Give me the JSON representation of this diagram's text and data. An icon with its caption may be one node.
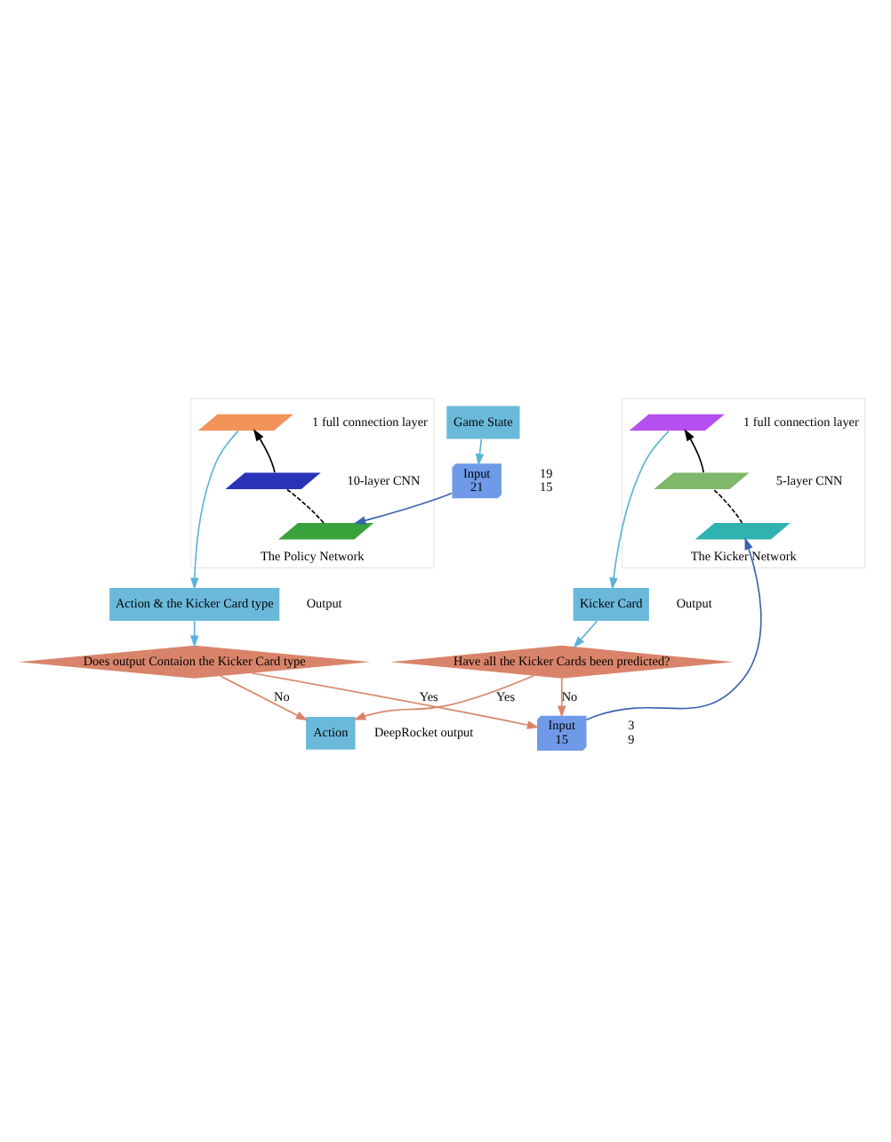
{
  "diagram": {
    "nodes": [
      {
        "text": [
          "Game State"
        ]
      },
      {
        "text": [
          "Input",
          "21"
        ],
        "beside": [
          "19",
          "15"
        ]
      },
      {
        "text": [
          "The Policy Network"
        ]
      },
      {
        "text": [],
        "shape": "parallelogram",
        "in": 2,
        "beside": [
          "1 full connection layer"
        ]
      },
      {
        "text": [],
        "shape": "parallelogram",
        "in": 2
      },
      {
        "text": [],
        "shape": "parallelogram",
        "in": 2
      },
      {
        "text": [
          "Action & the Kicker Card type"
        ],
        "beside": [
          "Output"
        ]
      },
      {
        "text": [
          "The Kicker Network"
        ]
      },
      {
        "text": [],
        "shape": "parallelogram",
        "in": 7,
        "beside": [
          "1 full connection layer"
        ]
      },
      {
        "text": [],
        "shape": "parallelogram",
        "in": 7
      },
      {
        "text": [],
        "shape": "parallelogram",
        "in": 7
      },
      {
        "text": [
          "Input",
          "15"
        ],
        "beside": [
          "3",
          "9"
        ]
      },
      {
        "text": [
          "Does output Contaion the Kicker Card type"
        ]
      },
      {
        "text": [
          "Kicker Card"
        ],
        "beside": [
          "Output"
        ]
      },
      {
        "text": [
          "Have all the Kicker Cards been predicted?"
        ]
      },
      {
        "text": [
          "Action"
        ],
        "beside": [
          "DeepRocket output"
        ]
      }
    ],
    "edges": [
      {
        "from": 0,
        "to": 1,
        "arrow": "to"
      },
      {
        "from": 1,
        "to": 5,
        "arrow": "to",
        "color": "#3a62b0"
      },
      {
        "from": 5,
        "to": 4,
        "arrow": "none",
        "style": "dashed",
        "color": "#000000"
      },
      {
        "from": 4,
        "to": 3,
        "arrow": "to",
        "color": "#000000"
      },
      {
        "from": 3,
        "to": 6,
        "arrow": "to"
      },
      {
        "from": 6,
        "to": 12,
        "arrow": "to"
      },
      {
        "from": 12,
        "to": 11,
        "label": "Yes",
        "arrow": "to",
        "color": "#d9846a"
      },
      {
        "from": 12,
        "to": 15,
        "label": "No",
        "arrow": "to",
        "color": "#d9846a"
      },
      {
        "from": 11,
        "to": 10,
        "arrow": "to",
        "color": "#3a62b0"
      },
      {
        "from": 10,
        "to": 9,
        "arrow": "none",
        "style": "dashed",
        "color": "#000000"
      },
      {
        "from": 9,
        "to": 8,
        "arrow": "to",
        "color": "#000000"
      },
      {
        "from": 8,
        "to": 13,
        "arrow": "to"
      },
      {
        "from": 13,
        "to": 14,
        "arrow": "to"
      },
      {
        "from": 14,
        "to": 11,
        "label": "No",
        "arrow": "to",
        "color": "#d9846a"
      },
      {
        "from": 14,
        "to": 15,
        "label": "Yes",
        "arrow": "to",
        "color": "#d9846a"
      }
    ],
    "labels": [
      "10-layer CNN",
      "5-layer CNN"
    ]
  }
}
